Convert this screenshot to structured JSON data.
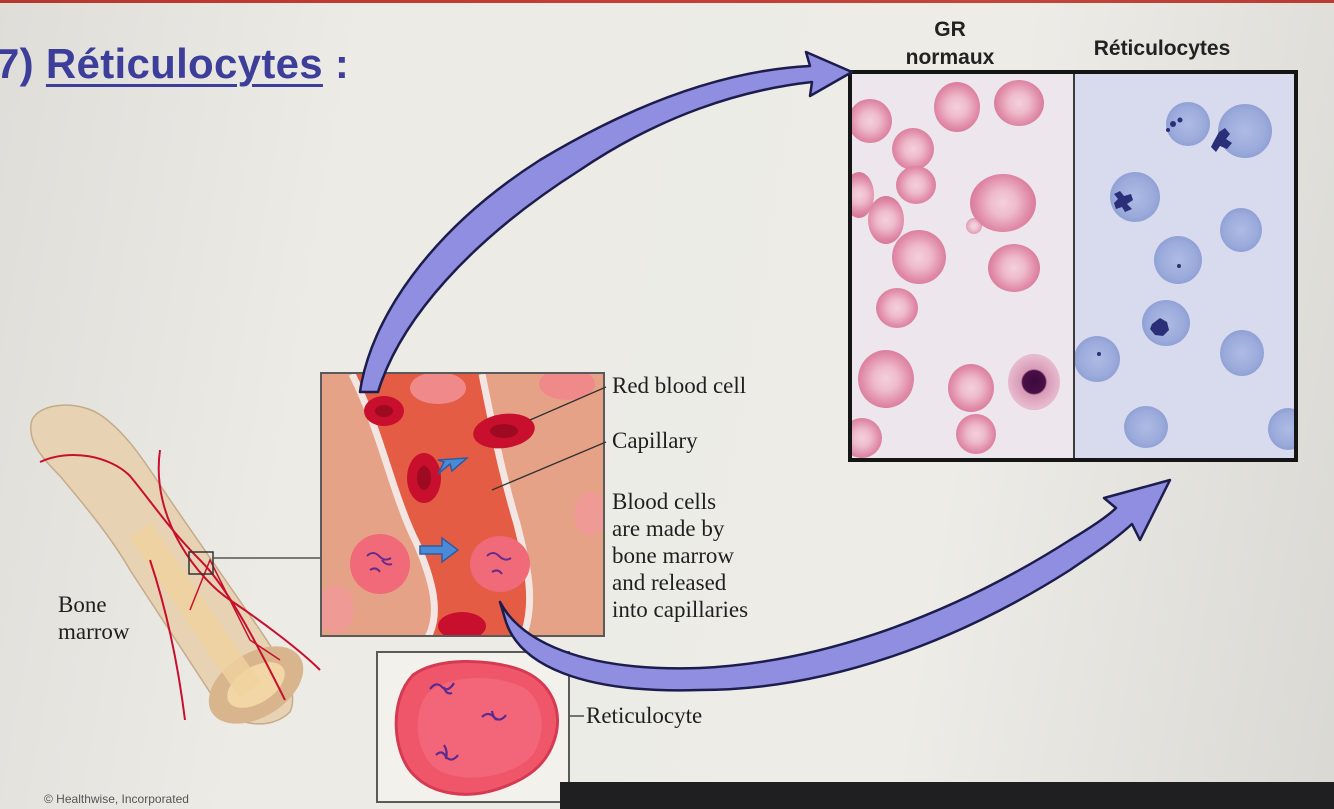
{
  "slide": {
    "title_prefix": "7) ",
    "title_main": "Réticulocytes",
    "title_suffix": " :",
    "credit": "© Healthwise, Incorporated"
  },
  "micrograph": {
    "left_header_line1": "GR",
    "left_header_line2": "normaux",
    "right_header": "Réticulocytes"
  },
  "diagram_labels": {
    "red_blood_cell": "Red blood cell",
    "capillary": "Capillary",
    "blood_cells_made": [
      "Blood cells",
      "are made by",
      "bone marrow",
      "and released",
      "into capillaries"
    ],
    "reticulocyte": "Reticulocyte",
    "bone_marrow": [
      "Bone",
      "marrow"
    ]
  },
  "colors": {
    "title": "#3d3d9a",
    "arrow_fill": "#8f8ee0",
    "arrow_outline": "#1d1d4d",
    "rbc": "#c8102e",
    "retic_stain": "#7f8fc8"
  }
}
